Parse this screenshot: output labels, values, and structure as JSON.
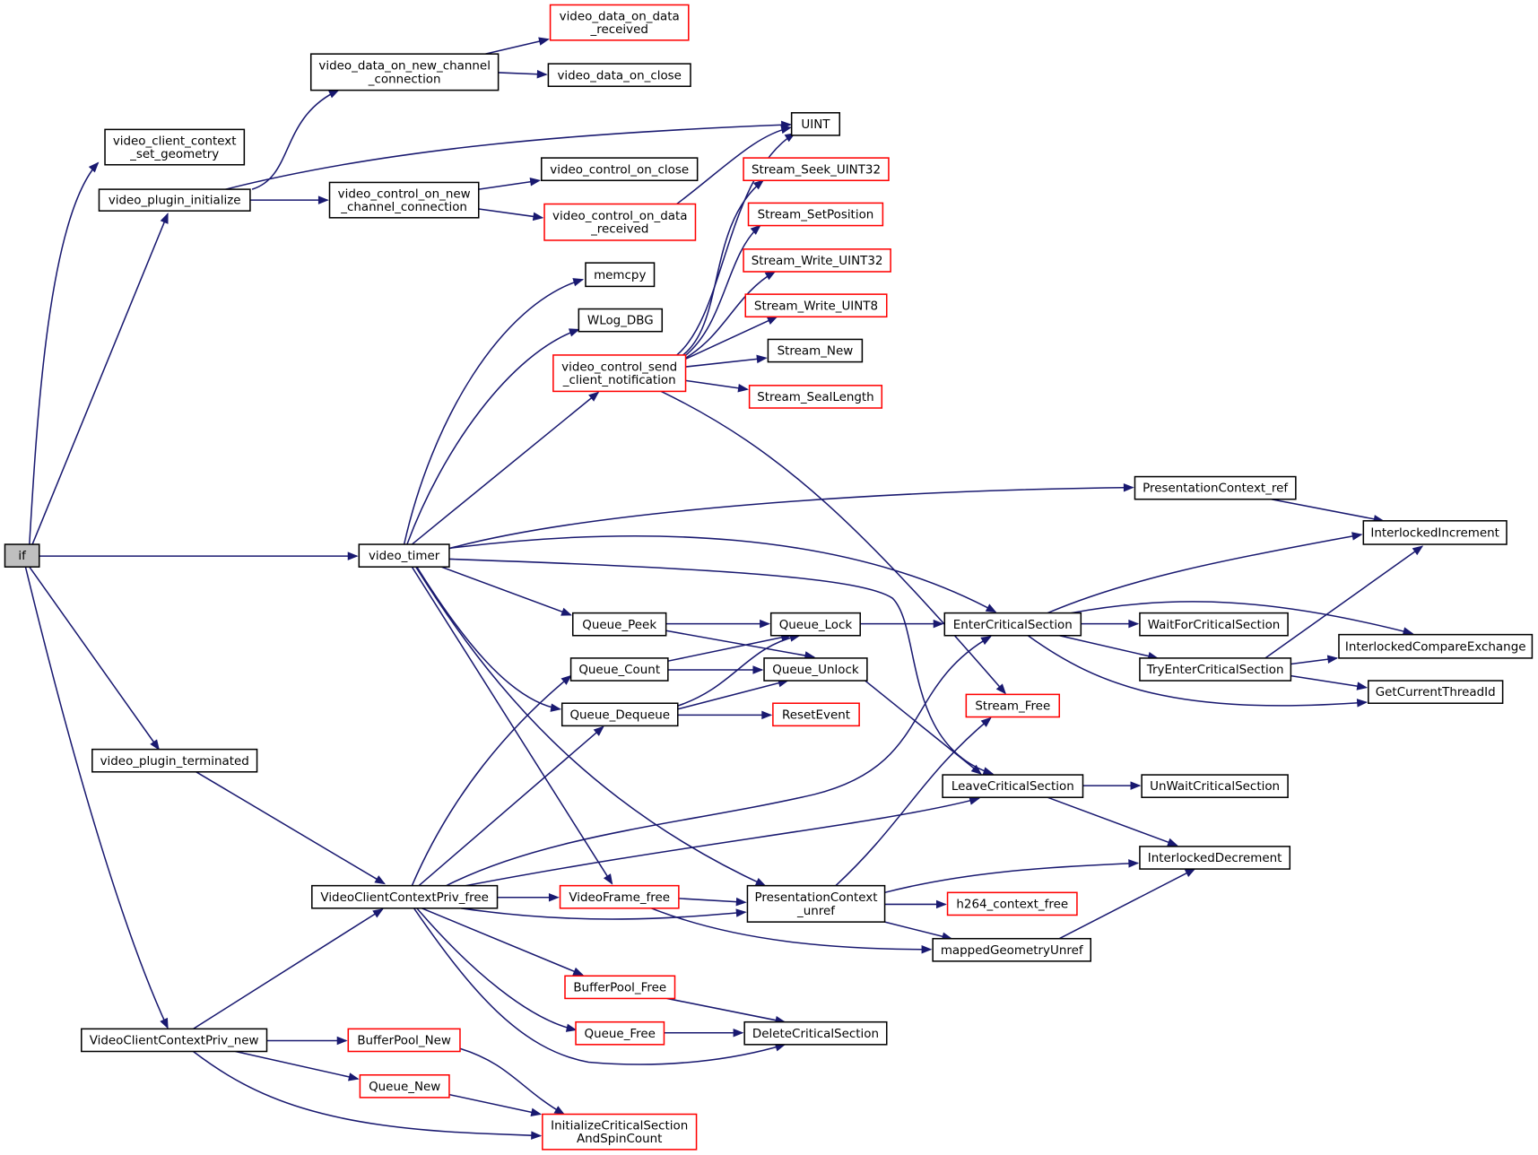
{
  "graph": {
    "nodes": [
      {
        "id": "if",
        "label": [
          "if"
        ],
        "style": "root"
      },
      {
        "id": "vccsg",
        "label": [
          "video_client_context",
          "_set_geometry"
        ],
        "style": "black"
      },
      {
        "id": "vpi",
        "label": [
          "video_plugin_initialize"
        ],
        "style": "black"
      },
      {
        "id": "vdoncc",
        "label": [
          "video_data_on_new_channel",
          "_connection"
        ],
        "style": "black"
      },
      {
        "id": "vdodr",
        "label": [
          "video_data_on_data",
          "_received"
        ],
        "style": "red"
      },
      {
        "id": "vdoc",
        "label": [
          "video_data_on_close"
        ],
        "style": "black"
      },
      {
        "id": "uint",
        "label": [
          "UINT"
        ],
        "style": "black"
      },
      {
        "id": "vconcc",
        "label": [
          "video_control_on_new",
          "_channel_connection"
        ],
        "style": "black"
      },
      {
        "id": "vcoc",
        "label": [
          "video_control_on_close"
        ],
        "style": "black"
      },
      {
        "id": "vcodr",
        "label": [
          "video_control_on_data",
          "_received"
        ],
        "style": "red"
      },
      {
        "id": "sseek",
        "label": [
          "Stream_Seek_UINT32"
        ],
        "style": "red"
      },
      {
        "id": "ssetpos",
        "label": [
          "Stream_SetPosition"
        ],
        "style": "red"
      },
      {
        "id": "swu32",
        "label": [
          "Stream_Write_UINT32"
        ],
        "style": "red"
      },
      {
        "id": "swu8",
        "label": [
          "Stream_Write_UINT8"
        ],
        "style": "red"
      },
      {
        "id": "memcpy",
        "label": [
          "memcpy"
        ],
        "style": "black"
      },
      {
        "id": "wlog",
        "label": [
          "WLog_DBG"
        ],
        "style": "black"
      },
      {
        "id": "vcscn",
        "label": [
          "video_control_send",
          "_client_notification"
        ],
        "style": "red"
      },
      {
        "id": "snew",
        "label": [
          "Stream_New"
        ],
        "style": "black"
      },
      {
        "id": "ssl",
        "label": [
          "Stream_SealLength"
        ],
        "style": "red"
      },
      {
        "id": "pcref",
        "label": [
          "PresentationContext_ref"
        ],
        "style": "black"
      },
      {
        "id": "iinc",
        "label": [
          "InterlockedIncrement"
        ],
        "style": "black"
      },
      {
        "id": "vtimer",
        "label": [
          "video_timer"
        ],
        "style": "black"
      },
      {
        "id": "qpeek",
        "label": [
          "Queue_Peek"
        ],
        "style": "black"
      },
      {
        "id": "qlock",
        "label": [
          "Queue_Lock"
        ],
        "style": "black"
      },
      {
        "id": "ecs",
        "label": [
          "EnterCriticalSection"
        ],
        "style": "black"
      },
      {
        "id": "wfcs",
        "label": [
          "WaitForCriticalSection"
        ],
        "style": "black"
      },
      {
        "id": "ice",
        "label": [
          "InterlockedCompareExchange"
        ],
        "style": "black"
      },
      {
        "id": "qcount",
        "label": [
          "Queue_Count"
        ],
        "style": "black"
      },
      {
        "id": "qunlock",
        "label": [
          "Queue_Unlock"
        ],
        "style": "black"
      },
      {
        "id": "tecs",
        "label": [
          "TryEnterCriticalSection"
        ],
        "style": "black"
      },
      {
        "id": "gctid",
        "label": [
          "GetCurrentThreadId"
        ],
        "style": "black"
      },
      {
        "id": "qdeq",
        "label": [
          "Queue_Dequeue"
        ],
        "style": "black"
      },
      {
        "id": "reset",
        "label": [
          "ResetEvent"
        ],
        "style": "red"
      },
      {
        "id": "sfree",
        "label": [
          "Stream_Free"
        ],
        "style": "red"
      },
      {
        "id": "vpt",
        "label": [
          "video_plugin_terminated"
        ],
        "style": "black"
      },
      {
        "id": "lcs",
        "label": [
          "LeaveCriticalSection"
        ],
        "style": "black"
      },
      {
        "id": "uwcs",
        "label": [
          "UnWaitCriticalSection"
        ],
        "style": "black"
      },
      {
        "id": "idec",
        "label": [
          "InterlockedDecrement"
        ],
        "style": "black"
      },
      {
        "id": "vccpf",
        "label": [
          "VideoClientContextPriv_free"
        ],
        "style": "black"
      },
      {
        "id": "vffree",
        "label": [
          "VideoFrame_free"
        ],
        "style": "red"
      },
      {
        "id": "pcunref",
        "label": [
          "PresentationContext",
          "_unref"
        ],
        "style": "black"
      },
      {
        "id": "h264",
        "label": [
          "h264_context_free"
        ],
        "style": "red"
      },
      {
        "id": "mgu",
        "label": [
          "mappedGeometryUnref"
        ],
        "style": "black"
      },
      {
        "id": "bpfree",
        "label": [
          "BufferPool_Free"
        ],
        "style": "red"
      },
      {
        "id": "qfree",
        "label": [
          "Queue_Free"
        ],
        "style": "red"
      },
      {
        "id": "dcs",
        "label": [
          "DeleteCriticalSection"
        ],
        "style": "black"
      },
      {
        "id": "vccpn",
        "label": [
          "VideoClientContextPriv_new"
        ],
        "style": "black"
      },
      {
        "id": "bpnew",
        "label": [
          "BufferPool_New"
        ],
        "style": "red"
      },
      {
        "id": "qnew",
        "label": [
          "Queue_New"
        ],
        "style": "red"
      },
      {
        "id": "icsasc",
        "label": [
          "InitializeCriticalSection",
          "AndSpinCount"
        ],
        "style": "red"
      }
    ],
    "edges": [
      [
        "if",
        "vccsg"
      ],
      [
        "if",
        "vpi"
      ],
      [
        "if",
        "vtimer"
      ],
      [
        "if",
        "vpt"
      ],
      [
        "if",
        "vccpn"
      ],
      [
        "vpi",
        "vdoncc"
      ],
      [
        "vpi",
        "uint"
      ],
      [
        "vpi",
        "vconcc"
      ],
      [
        "vdoncc",
        "vdodr"
      ],
      [
        "vdoncc",
        "vdoc"
      ],
      [
        "vconcc",
        "vcoc"
      ],
      [
        "vconcc",
        "vcodr"
      ],
      [
        "vcodr",
        "uint"
      ],
      [
        "vtimer",
        "memcpy"
      ],
      [
        "vtimer",
        "wlog"
      ],
      [
        "vtimer",
        "vcscn"
      ],
      [
        "vtimer",
        "pcref"
      ],
      [
        "vtimer",
        "ecs"
      ],
      [
        "vtimer",
        "lcs"
      ],
      [
        "vtimer",
        "qpeek"
      ],
      [
        "vtimer",
        "qdeq"
      ],
      [
        "vtimer",
        "vffree"
      ],
      [
        "vtimer",
        "pcunref"
      ],
      [
        "vcscn",
        "uint"
      ],
      [
        "vcscn",
        "sseek"
      ],
      [
        "vcscn",
        "ssetpos"
      ],
      [
        "vcscn",
        "swu32"
      ],
      [
        "vcscn",
        "swu8"
      ],
      [
        "vcscn",
        "snew"
      ],
      [
        "vcscn",
        "ssl"
      ],
      [
        "vcscn",
        "sfree"
      ],
      [
        "pcref",
        "iinc"
      ],
      [
        "qpeek",
        "qlock"
      ],
      [
        "qpeek",
        "qunlock"
      ],
      [
        "qcount",
        "qlock"
      ],
      [
        "qcount",
        "qunlock"
      ],
      [
        "qdeq",
        "qlock"
      ],
      [
        "qdeq",
        "qunlock"
      ],
      [
        "qdeq",
        "reset"
      ],
      [
        "qlock",
        "ecs"
      ],
      [
        "qunlock",
        "lcs"
      ],
      [
        "ecs",
        "iinc"
      ],
      [
        "ecs",
        "wfcs"
      ],
      [
        "ecs",
        "ice"
      ],
      [
        "ecs",
        "tecs"
      ],
      [
        "ecs",
        "gctid"
      ],
      [
        "tecs",
        "iinc"
      ],
      [
        "tecs",
        "ice"
      ],
      [
        "tecs",
        "gctid"
      ],
      [
        "lcs",
        "uwcs"
      ],
      [
        "lcs",
        "idec"
      ],
      [
        "vpt",
        "vccpf"
      ],
      [
        "vccpf",
        "qcount"
      ],
      [
        "vccpf",
        "qdeq"
      ],
      [
        "vccpf",
        "ecs"
      ],
      [
        "vccpf",
        "lcs"
      ],
      [
        "vccpf",
        "vffree"
      ],
      [
        "vccpf",
        "pcunref"
      ],
      [
        "vccpf",
        "bpfree"
      ],
      [
        "vccpf",
        "qfree"
      ],
      [
        "vccpf",
        "dcs"
      ],
      [
        "vffree",
        "pcunref"
      ],
      [
        "vffree",
        "mgu"
      ],
      [
        "pcunref",
        "sfree"
      ],
      [
        "pcunref",
        "idec"
      ],
      [
        "pcunref",
        "h264"
      ],
      [
        "pcunref",
        "mgu"
      ],
      [
        "mgu",
        "idec"
      ],
      [
        "bpfree",
        "dcs"
      ],
      [
        "qfree",
        "dcs"
      ],
      [
        "vccpn",
        "vccpf"
      ],
      [
        "vccpn",
        "bpnew"
      ],
      [
        "vccpn",
        "qnew"
      ],
      [
        "vccpn",
        "icsasc"
      ],
      [
        "bpnew",
        "icsasc"
      ],
      [
        "qnew",
        "icsasc"
      ]
    ]
  }
}
